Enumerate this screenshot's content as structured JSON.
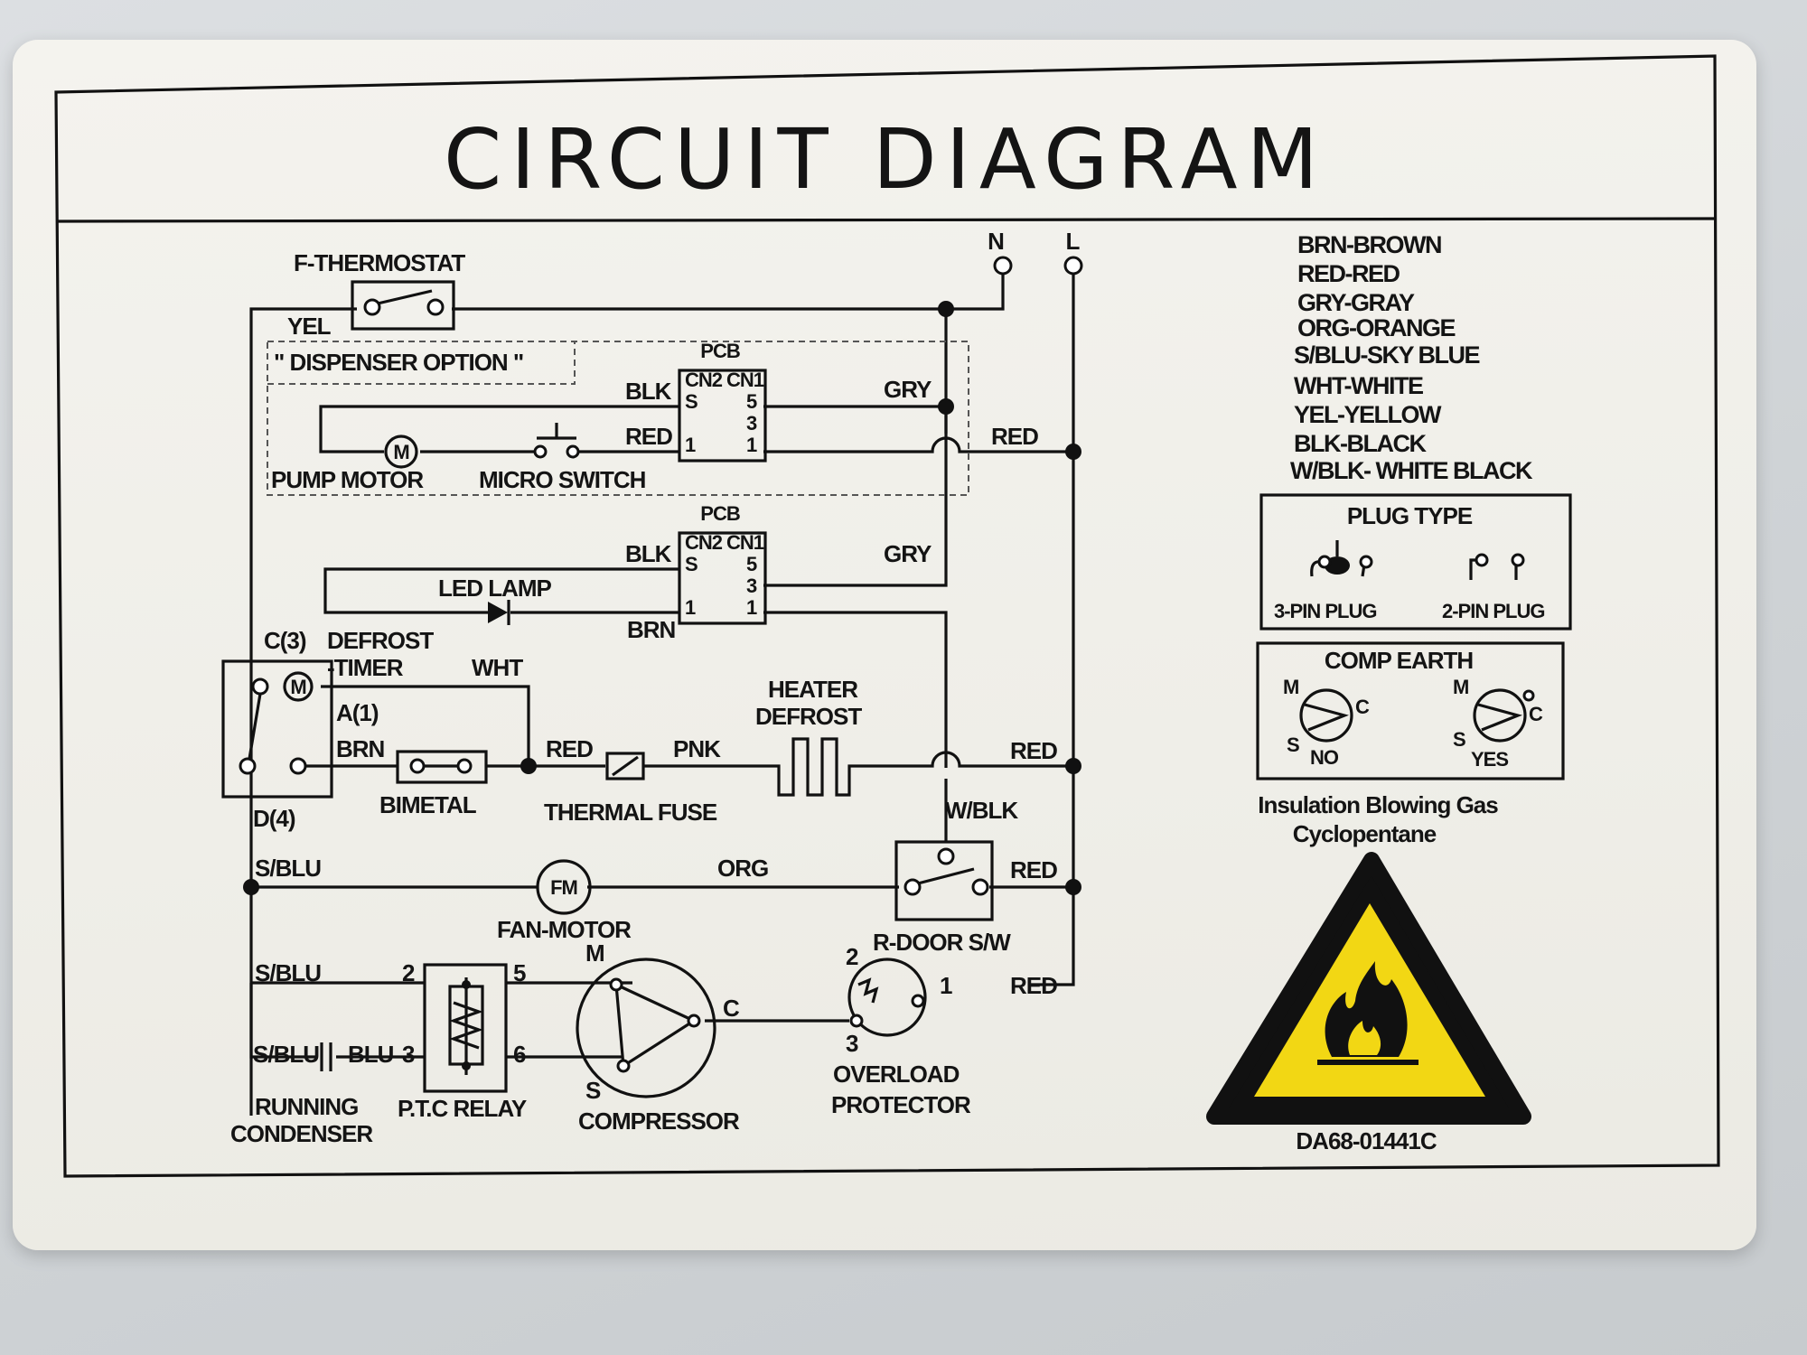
{
  "title": "CIRCUIT DIAGRAM",
  "terminals": {
    "neutral": "N",
    "line": "L"
  },
  "components": {
    "f_thermostat": "F-THERMOSTAT",
    "dispenser_option": "\" DISPENSER OPTION \"",
    "pcb": "PCB",
    "cn2": "CN2",
    "cn1": "CN1",
    "pin_s": "S",
    "pin_5": "5",
    "pin_3": "3",
    "pin_1": "1",
    "pump_motor": "PUMP MOTOR",
    "micro_switch": "MICRO SWITCH",
    "led_lamp": "LED LAMP",
    "defrost_timer_line1": "DEFROST",
    "defrost_timer_line2": "-TIMER",
    "timer_c": "C(3)",
    "timer_a": "A(1)",
    "timer_d": "D(4)",
    "bimetal": "BIMETAL",
    "thermal_fuse": "THERMAL FUSE",
    "heater_line1": "HEATER",
    "heater_line2": "DEFROST",
    "fan_motor": "FAN-MOTOR",
    "fm": "FM",
    "motor_m": "M",
    "r_door_sw": "R-DOOR S/W",
    "ptc_relay": "P.T.C RELAY",
    "compressor": "COMPRESSOR",
    "comp_m": "M",
    "comp_c": "C",
    "comp_s": "S",
    "overload_line1": "OVERLOAD",
    "overload_line2": "PROTECTOR",
    "running_line1": "RUNNING",
    "running_line2": "CONDENSER",
    "num_2": "2",
    "num_3": "3",
    "num_5": "5",
    "num_6": "6",
    "num_1": "1"
  },
  "wires": {
    "yel": "YEL",
    "blk": "BLK",
    "gry": "GRY",
    "red": "RED",
    "brn": "BRN",
    "wht": "WHT",
    "pnk": "PNK",
    "wblk": "W/BLK",
    "sblu": "S/BLU",
    "org": "ORG",
    "blu": "BLU"
  },
  "legend": [
    "BRN-BROWN",
    "RED-RED",
    "GRY-GRAY",
    "ORG-ORANGE",
    "S/BLU-SKY  BLUE",
    "WHT-WHITE",
    "YEL-YELLOW",
    "BLK-BLACK",
    "W/BLK- WHITE  BLACK"
  ],
  "plug_type": {
    "title": "PLUG TYPE",
    "three_pin": "3-PIN PLUG",
    "two_pin": "2-PIN PLUG"
  },
  "comp_earth": {
    "title": "COMP  EARTH",
    "no": "NO",
    "yes": "YES",
    "m": "M",
    "s": "S",
    "c": "C"
  },
  "insulation": {
    "line1": "Insulation Blowing Gas",
    "line2": "Cyclopentane"
  },
  "part_number": "DA68-01441C",
  "colors": {
    "sticker": "#efeee8",
    "ink": "#111111",
    "warning_yellow": "#f2d714",
    "warning_black": "#111111"
  },
  "icons": [
    "motor-icon",
    "fan-motor-icon",
    "flame-warning-icon",
    "plug-3pin-icon",
    "plug-2pin-icon",
    "led-diode-icon"
  ]
}
